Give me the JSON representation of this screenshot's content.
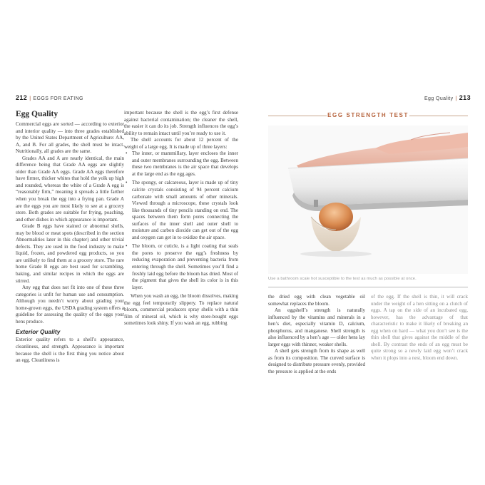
{
  "left_page": {
    "page_number": "212",
    "running_head": "EGGS FOR EATING",
    "heading": "Egg Quality",
    "col1": [
      "Commercial eggs are sorted — according to exterior and interior quality — into three grades established by the United States Department of Agriculture: AA, A, and B. For all grades, the shell must be intact. Nutritionally, all grades are the same.",
      "Grades AA and A are nearly identical, the main difference being that Grade AA eggs are slightly older than Grade AA eggs. Grade AA eggs therefore have firmer, thicker whites that hold the yolk up high and rounded, whereas the white of a Grade A egg is “reasonably firm,” meaning it spreads a little farther when you break the egg into a frying pan. Grade A are the eggs you are most likely to see at a grocery store. Both grades are suitable for frying, poaching, and other dishes in which appearance is important.",
      "Grade B eggs have stained or abnormal shells, may be blood or meat spots (described in the section Abnormalities later in this chapter) and other trivial defects. They are used in the food industry to make liquid, frozen, and powdered egg products, so you are unlikely to find them at a grocery store. The rare home Grade B eggs are best used for scrambling, baking, and similar recipes in which the eggs are stirred.",
      "Any egg that does not fit into one of these three categories is unfit for human use and consumption. Although you needn’t worry about grading your home-grown eggs, the USDA grading system offers a guideline for assessing the quality of the eggs your hens produce."
    ],
    "subheading": "Exterior Quality",
    "col1_after": "Exterior quality refers to a shell’s appearance, cleanliness, and strength. Appearance is important because the shell is the first thing you notice about an egg. Cleanliness is",
    "col2_intro": "important because the shell is the egg’s first defense against bacterial contamination; the cleaner the shell, the easier it can do its job. Strength influences the egg’s ability to remain intact until you’re ready to use it.",
    "col2_p2": "The shell accounts for about 12 percent of the weight of a large egg. It is made up of three layers:",
    "col2_bullets": [
      "The inner, or mammillary, layer encloses the inner and outer membranes surrounding the egg. Between these two membranes is the air space that develops at the large end as the egg ages.",
      "The spongy, or calcareous, layer is made up of tiny calcite crystals consisting of 94 percent calcium carbonate with small amounts of other minerals. Viewed through a microscope, these crystals look like thousands of tiny pencils standing on end. The spaces between them form pores connecting the surfaces of the inner shell and outer shell to moisture and carbon dioxide can get out of the egg and oxygen can get in to oxidize the air space.",
      "The bloom, or cuticle, is a light coating that seals the pores to preserve the egg’s freshness by reducing evaporation and preventing bacteria from entering through the shell. Sometimes you’ll find a freshly laid egg before the bloom has dried. Most of the pigment that gives the shell its color is in this layer."
    ],
    "col2_p3": "When you wash an egg, the bloom dissolves, making the egg feel temporarily slippery. To replace natural bloom, commercial producers spray shells with a thin film of mineral oil, which is why store-bought eggs sometimes look shiny. If you wash an egg, rubbing"
  },
  "right_page": {
    "page_number": "213",
    "running_head": "Egg Quality",
    "sidebar_title": "EGG STRENGTH TEST",
    "caption": "Use a bathroom scale hot susceptible to the test as much as possible at once.",
    "col1": [
      "the dried egg with clean vegetable oil somewhat replaces the bloom.",
      "An eggshell’s strength is naturally influenced by the vitamins and minerals in a hen’s diet, especially vitamin D, calcium, phosphorus, and manganese. Shell strength is also influenced by a hen’s age — older hens lay larger eggs with thinner, weaker shells.",
      "A shell gets strength from its shape as well as from its composition. The curved surface is designed to distribute pressure evenly, provided the pressure is applied at the ends"
    ],
    "col2": "of the egg. If the shell is thin, it will crack under the weight of a hen sitting on a clutch of eggs. A tap on the side of an incubated egg, however, has the advantage of that characteristic to make it likely of breaking an egg when on hard — what you don’t see is the thin shell that gives against the middle of the shell. By contrast the ends of an egg must be quite strong so a newly laid egg won’t crack when it plops into a nest, bloom end down."
  },
  "colors": {
    "accent": "#b5613a",
    "text": "#3a3a3a",
    "rule": "#c9a58c"
  },
  "icons": {
    "photo": "hand-pressing-scale-on-egg-photo"
  }
}
